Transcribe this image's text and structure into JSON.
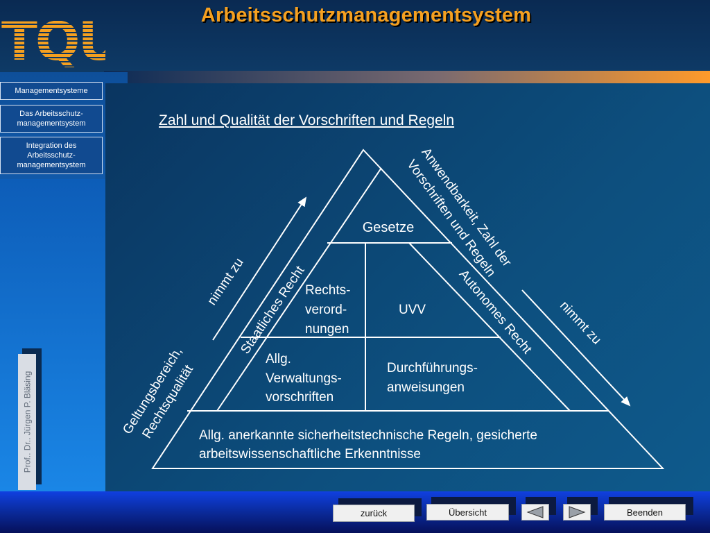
{
  "header": {
    "logo_text": "TQU",
    "title": "Arbeitsschutzmanagementsystem"
  },
  "nav": {
    "items": [
      {
        "label": "Managementsysteme"
      },
      {
        "label": "Das Arbeitsschutz-managementsystem"
      },
      {
        "label": "Integration des Arbeitsschutz-managementsystem"
      }
    ]
  },
  "author": "Prof.. Dr.. Jürgen P. Bläsing",
  "slide": {
    "subtitle": "Zahl und Qualität der Vorschriften und Regeln",
    "pyramid": {
      "top": "Gesetze",
      "left_middle": [
        "Rechts-",
        "verord-",
        "nungen"
      ],
      "center_middle": "UVV",
      "left_lower": [
        "Allg.",
        "Verwaltungs-",
        "vorschriften"
      ],
      "right_lower": [
        "Durchführungs-",
        "anweisungen"
      ],
      "base": [
        "Allg. anerkannte sicherheitstechnische Regeln, gesicherte",
        "arbeitswissenschaftliche Erkenntnisse"
      ],
      "staatlich": "Staatliches Recht",
      "autonom": "Autonomes Recht"
    },
    "left_axis": {
      "label1": "Geltungsbereich,",
      "label2": "Rechtsqualität",
      "arrow_label": "nimmt zu"
    },
    "right_axis": {
      "label1": "Anwendbarkeit, Zahl der",
      "label2": "Vorschriften und Regeln",
      "arrow_label": "nimmt zu"
    }
  },
  "footer": {
    "back_label": "zurück",
    "overview_label": "Übersicht",
    "end_label": "Beenden",
    "prev_icon": "triangle-left-icon",
    "next_icon": "triangle-right-icon"
  },
  "colors": {
    "accent": "#f5a020",
    "background": "#0a3f66",
    "footer": "#1040e0"
  }
}
